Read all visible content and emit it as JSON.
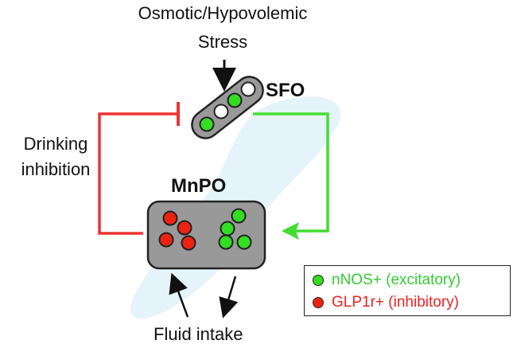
{
  "stimulus": {
    "line1": "Osmotic/Hypovolemic",
    "line2": "Stress"
  },
  "sfo": {
    "label": "SFO"
  },
  "mnpo": {
    "label": "MnPO"
  },
  "feedback": {
    "line1": "Drinking",
    "line2": "inhibition"
  },
  "output": {
    "label": "Fluid intake"
  },
  "legend": {
    "items": [
      {
        "label": "nNOS+ (excitatory)",
        "color": "#33dd22",
        "text_color": "#33cc33"
      },
      {
        "label": "GLP1r+ (inhibitory)",
        "color": "#ee2211",
        "text_color": "#ee2222"
      }
    ]
  },
  "colors": {
    "excitatory_arrow": "#44dd33",
    "inhibitory_arrow": "#ee3333",
    "region_fill": "#999999",
    "background_shape": "#e2f3f9"
  }
}
